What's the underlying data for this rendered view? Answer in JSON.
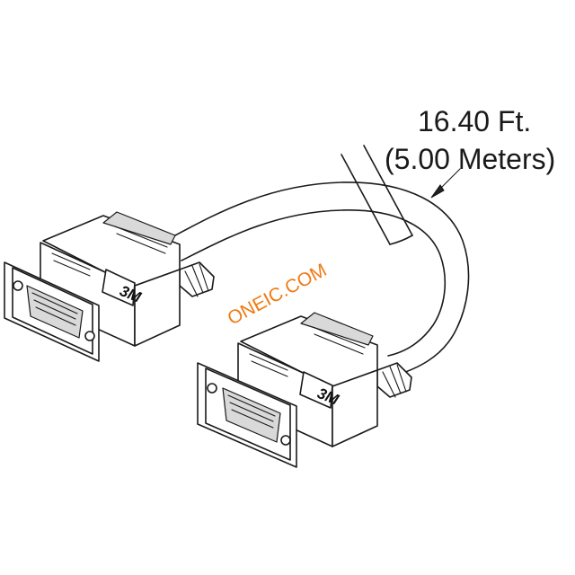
{
  "callout": {
    "length_ft": "16.40 Ft.",
    "length_m": "(5.00 Meters)"
  },
  "watermark": {
    "text": "ONEIC.COM",
    "color": "#f07a12"
  },
  "connector_logo": "3M",
  "colors": {
    "line": "#1a1a1a",
    "shade": "#d9d9d9",
    "background": "#ffffff"
  }
}
